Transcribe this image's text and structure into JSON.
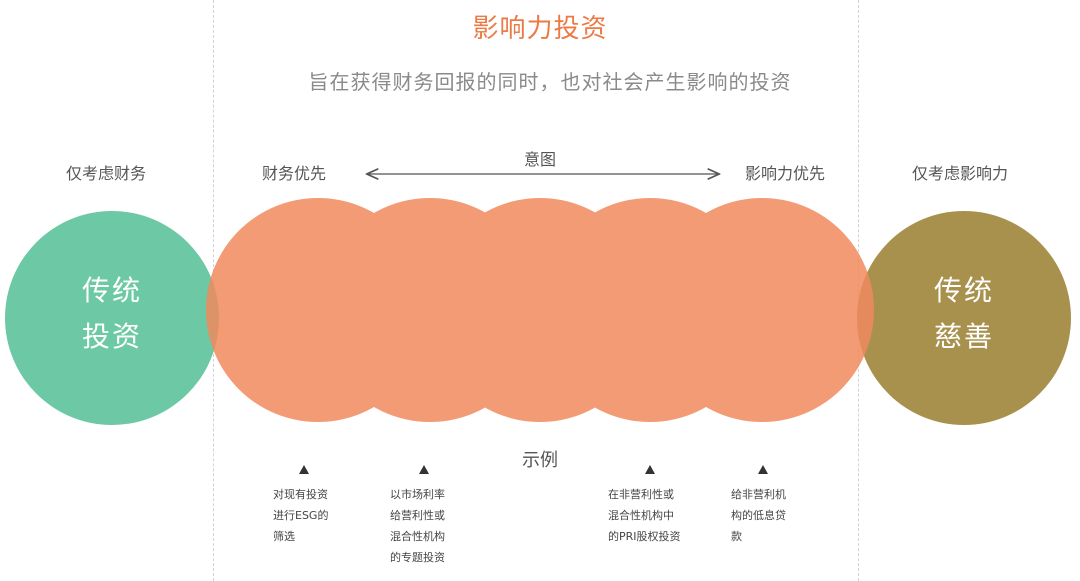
{
  "header": {
    "title": "影响力投资",
    "subtitle": "旨在获得财务回报的同时，也对社会产生影响的投资"
  },
  "labels": {
    "left_outer": "仅考虑财务",
    "finance_first": "财务优先",
    "intent": "意图",
    "impact_first": "影响力优先",
    "right_outer": "仅考虑影响力",
    "examples": "示例"
  },
  "circles": {
    "traditional_investment": [
      "传统",
      "投资"
    ],
    "traditional_charity": [
      "传统",
      "慈善"
    ]
  },
  "examples": [
    [
      "对现有投资",
      "进行ESG的",
      "筛选"
    ],
    [
      "以市场利率",
      "给营利性或",
      "混合性机构",
      "的专题投资"
    ],
    [
      "在非营利性或",
      "混合性机构中",
      "的PRI股权投资"
    ],
    [
      "给非营利机",
      "构的低息贷",
      "款"
    ]
  ],
  "colors": {
    "title": "#ec7a45",
    "traditional_investment": "#6dc9a5",
    "impact_circles": "#f08a5d",
    "traditional_charity": "#a8904d"
  }
}
